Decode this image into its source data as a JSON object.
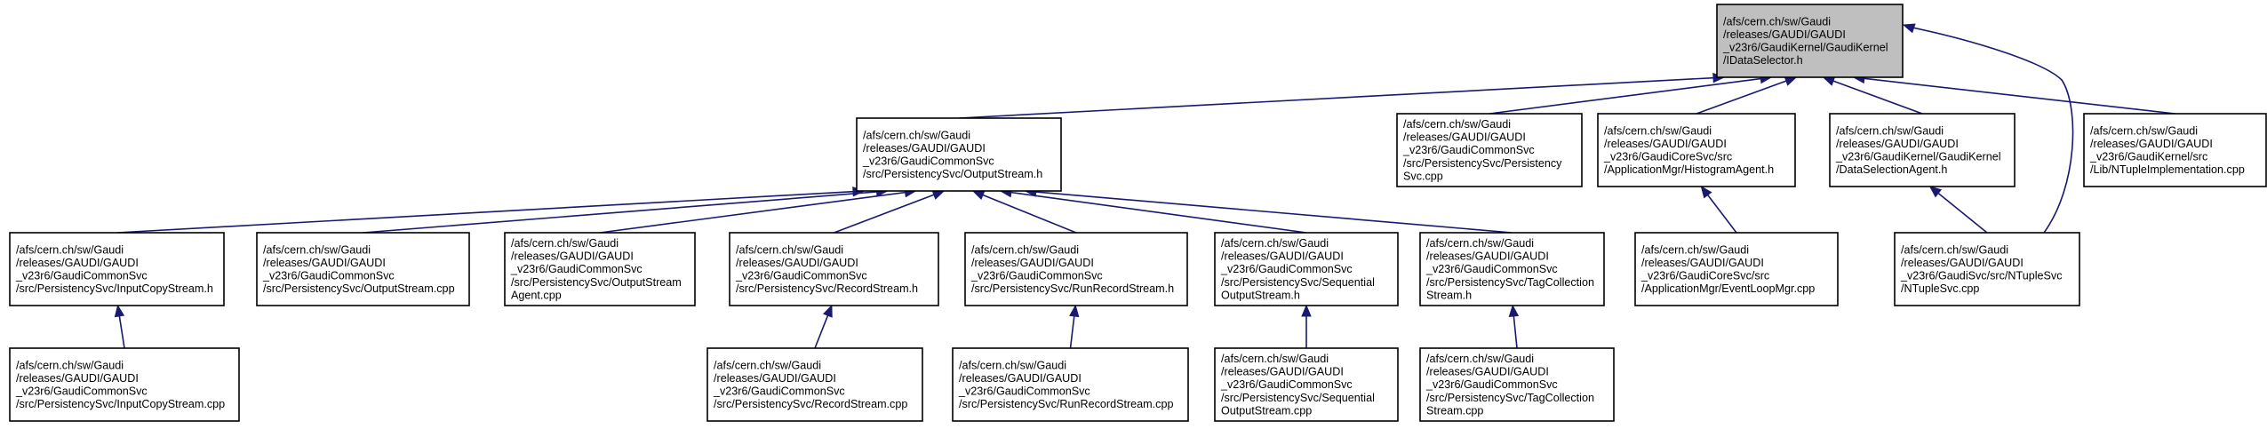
{
  "edge_color": "#191970",
  "root_fill": "#bfbfbf",
  "nodes": {
    "root": [
      "/afs/cern.ch/sw/Gaudi",
      "/releases/GAUDI/GAUDI",
      "_v23r6/GaudiKernel/GaudiKernel",
      "/IDataSelector.h"
    ],
    "output_stream_h": [
      "/afs/cern.ch/sw/Gaudi",
      "/releases/GAUDI/GAUDI",
      "_v23r6/GaudiCommonSvc",
      "/src/PersistencySvc/OutputStream.h"
    ],
    "persistency_svc_cpp": [
      "/afs/cern.ch/sw/Gaudi",
      "/releases/GAUDI/GAUDI",
      "_v23r6/GaudiCommonSvc",
      "/src/PersistencySvc/Persistency",
      "Svc.cpp"
    ],
    "histogram_agent_h": [
      "/afs/cern.ch/sw/Gaudi",
      "/releases/GAUDI/GAUDI",
      "_v23r6/GaudiCoreSvc/src",
      "/ApplicationMgr/HistogramAgent.h"
    ],
    "data_selection_agent_h": [
      "/afs/cern.ch/sw/Gaudi",
      "/releases/GAUDI/GAUDI",
      "_v23r6/GaudiKernel/GaudiKernel",
      "/DataSelectionAgent.h"
    ],
    "ntuple_implementation_cpp": [
      "/afs/cern.ch/sw/Gaudi",
      "/releases/GAUDI/GAUDI",
      "_v23r6/GaudiKernel/src",
      "/Lib/NTupleImplementation.cpp"
    ],
    "input_copy_stream_h": [
      "/afs/cern.ch/sw/Gaudi",
      "/releases/GAUDI/GAUDI",
      "_v23r6/GaudiCommonSvc",
      "/src/PersistencySvc/InputCopyStream.h"
    ],
    "output_stream_cpp": [
      "/afs/cern.ch/sw/Gaudi",
      "/releases/GAUDI/GAUDI",
      "_v23r6/GaudiCommonSvc",
      "/src/PersistencySvc/OutputStream.cpp"
    ],
    "output_stream_agent_cpp": [
      "/afs/cern.ch/sw/Gaudi",
      "/releases/GAUDI/GAUDI",
      "_v23r6/GaudiCommonSvc",
      "/src/PersistencySvc/OutputStream",
      "Agent.cpp"
    ],
    "record_stream_h": [
      "/afs/cern.ch/sw/Gaudi",
      "/releases/GAUDI/GAUDI",
      "_v23r6/GaudiCommonSvc",
      "/src/PersistencySvc/RecordStream.h"
    ],
    "run_record_stream_h": [
      "/afs/cern.ch/sw/Gaudi",
      "/releases/GAUDI/GAUDI",
      "_v23r6/GaudiCommonSvc",
      "/src/PersistencySvc/RunRecordStream.h"
    ],
    "sequential_output_stream_h": [
      "/afs/cern.ch/sw/Gaudi",
      "/releases/GAUDI/GAUDI",
      "_v23r6/GaudiCommonSvc",
      "/src/PersistencySvc/Sequential",
      "OutputStream.h"
    ],
    "tag_collection_stream_h": [
      "/afs/cern.ch/sw/Gaudi",
      "/releases/GAUDI/GAUDI",
      "_v23r6/GaudiCommonSvc",
      "/src/PersistencySvc/TagCollection",
      "Stream.h"
    ],
    "event_loop_mgr_cpp": [
      "/afs/cern.ch/sw/Gaudi",
      "/releases/GAUDI/GAUDI",
      "_v23r6/GaudiCoreSvc/src",
      "/ApplicationMgr/EventLoopMgr.cpp"
    ],
    "ntuple_svc_cpp": [
      "/afs/cern.ch/sw/Gaudi",
      "/releases/GAUDI/GAUDI",
      "_v23r6/GaudiSvc/src/NTupleSvc",
      "/NTupleSvc.cpp"
    ],
    "input_copy_stream_cpp": [
      "/afs/cern.ch/sw/Gaudi",
      "/releases/GAUDI/GAUDI",
      "_v23r6/GaudiCommonSvc",
      "/src/PersistencySvc/InputCopyStream.cpp"
    ],
    "record_stream_cpp": [
      "/afs/cern.ch/sw/Gaudi",
      "/releases/GAUDI/GAUDI",
      "_v23r6/GaudiCommonSvc",
      "/src/PersistencySvc/RecordStream.cpp"
    ],
    "run_record_stream_cpp": [
      "/afs/cern.ch/sw/Gaudi",
      "/releases/GAUDI/GAUDI",
      "_v23r6/GaudiCommonSvc",
      "/src/PersistencySvc/RunRecordStream.cpp"
    ],
    "sequential_output_stream_cpp": [
      "/afs/cern.ch/sw/Gaudi",
      "/releases/GAUDI/GAUDI",
      "_v23r6/GaudiCommonSvc",
      "/src/PersistencySvc/Sequential",
      "OutputStream.cpp"
    ],
    "tag_collection_stream_cpp": [
      "/afs/cern.ch/sw/Gaudi",
      "/releases/GAUDI/GAUDI",
      "_v23r6/GaudiCommonSvc",
      "/src/PersistencySvc/TagCollection",
      "Stream.cpp"
    ]
  },
  "edges": [
    {
      "from": "output_stream_h",
      "to": "root"
    },
    {
      "from": "persistency_svc_cpp",
      "to": "root"
    },
    {
      "from": "histogram_agent_h",
      "to": "root"
    },
    {
      "from": "data_selection_agent_h",
      "to": "root"
    },
    {
      "from": "ntuple_implementation_cpp",
      "to": "root"
    },
    {
      "from": "ntuple_svc_cpp",
      "to": "root"
    },
    {
      "from": "input_copy_stream_h",
      "to": "output_stream_h"
    },
    {
      "from": "output_stream_cpp",
      "to": "output_stream_h"
    },
    {
      "from": "output_stream_agent_cpp",
      "to": "output_stream_h"
    },
    {
      "from": "record_stream_h",
      "to": "output_stream_h"
    },
    {
      "from": "run_record_stream_h",
      "to": "output_stream_h"
    },
    {
      "from": "sequential_output_stream_h",
      "to": "output_stream_h"
    },
    {
      "from": "tag_collection_stream_h",
      "to": "output_stream_h"
    },
    {
      "from": "event_loop_mgr_cpp",
      "to": "histogram_agent_h"
    },
    {
      "from": "ntuple_svc_cpp",
      "to": "data_selection_agent_h"
    },
    {
      "from": "input_copy_stream_cpp",
      "to": "input_copy_stream_h"
    },
    {
      "from": "record_stream_cpp",
      "to": "record_stream_h"
    },
    {
      "from": "run_record_stream_cpp",
      "to": "run_record_stream_h"
    },
    {
      "from": "sequential_output_stream_cpp",
      "to": "sequential_output_stream_h"
    },
    {
      "from": "tag_collection_stream_cpp",
      "to": "tag_collection_stream_h"
    }
  ]
}
